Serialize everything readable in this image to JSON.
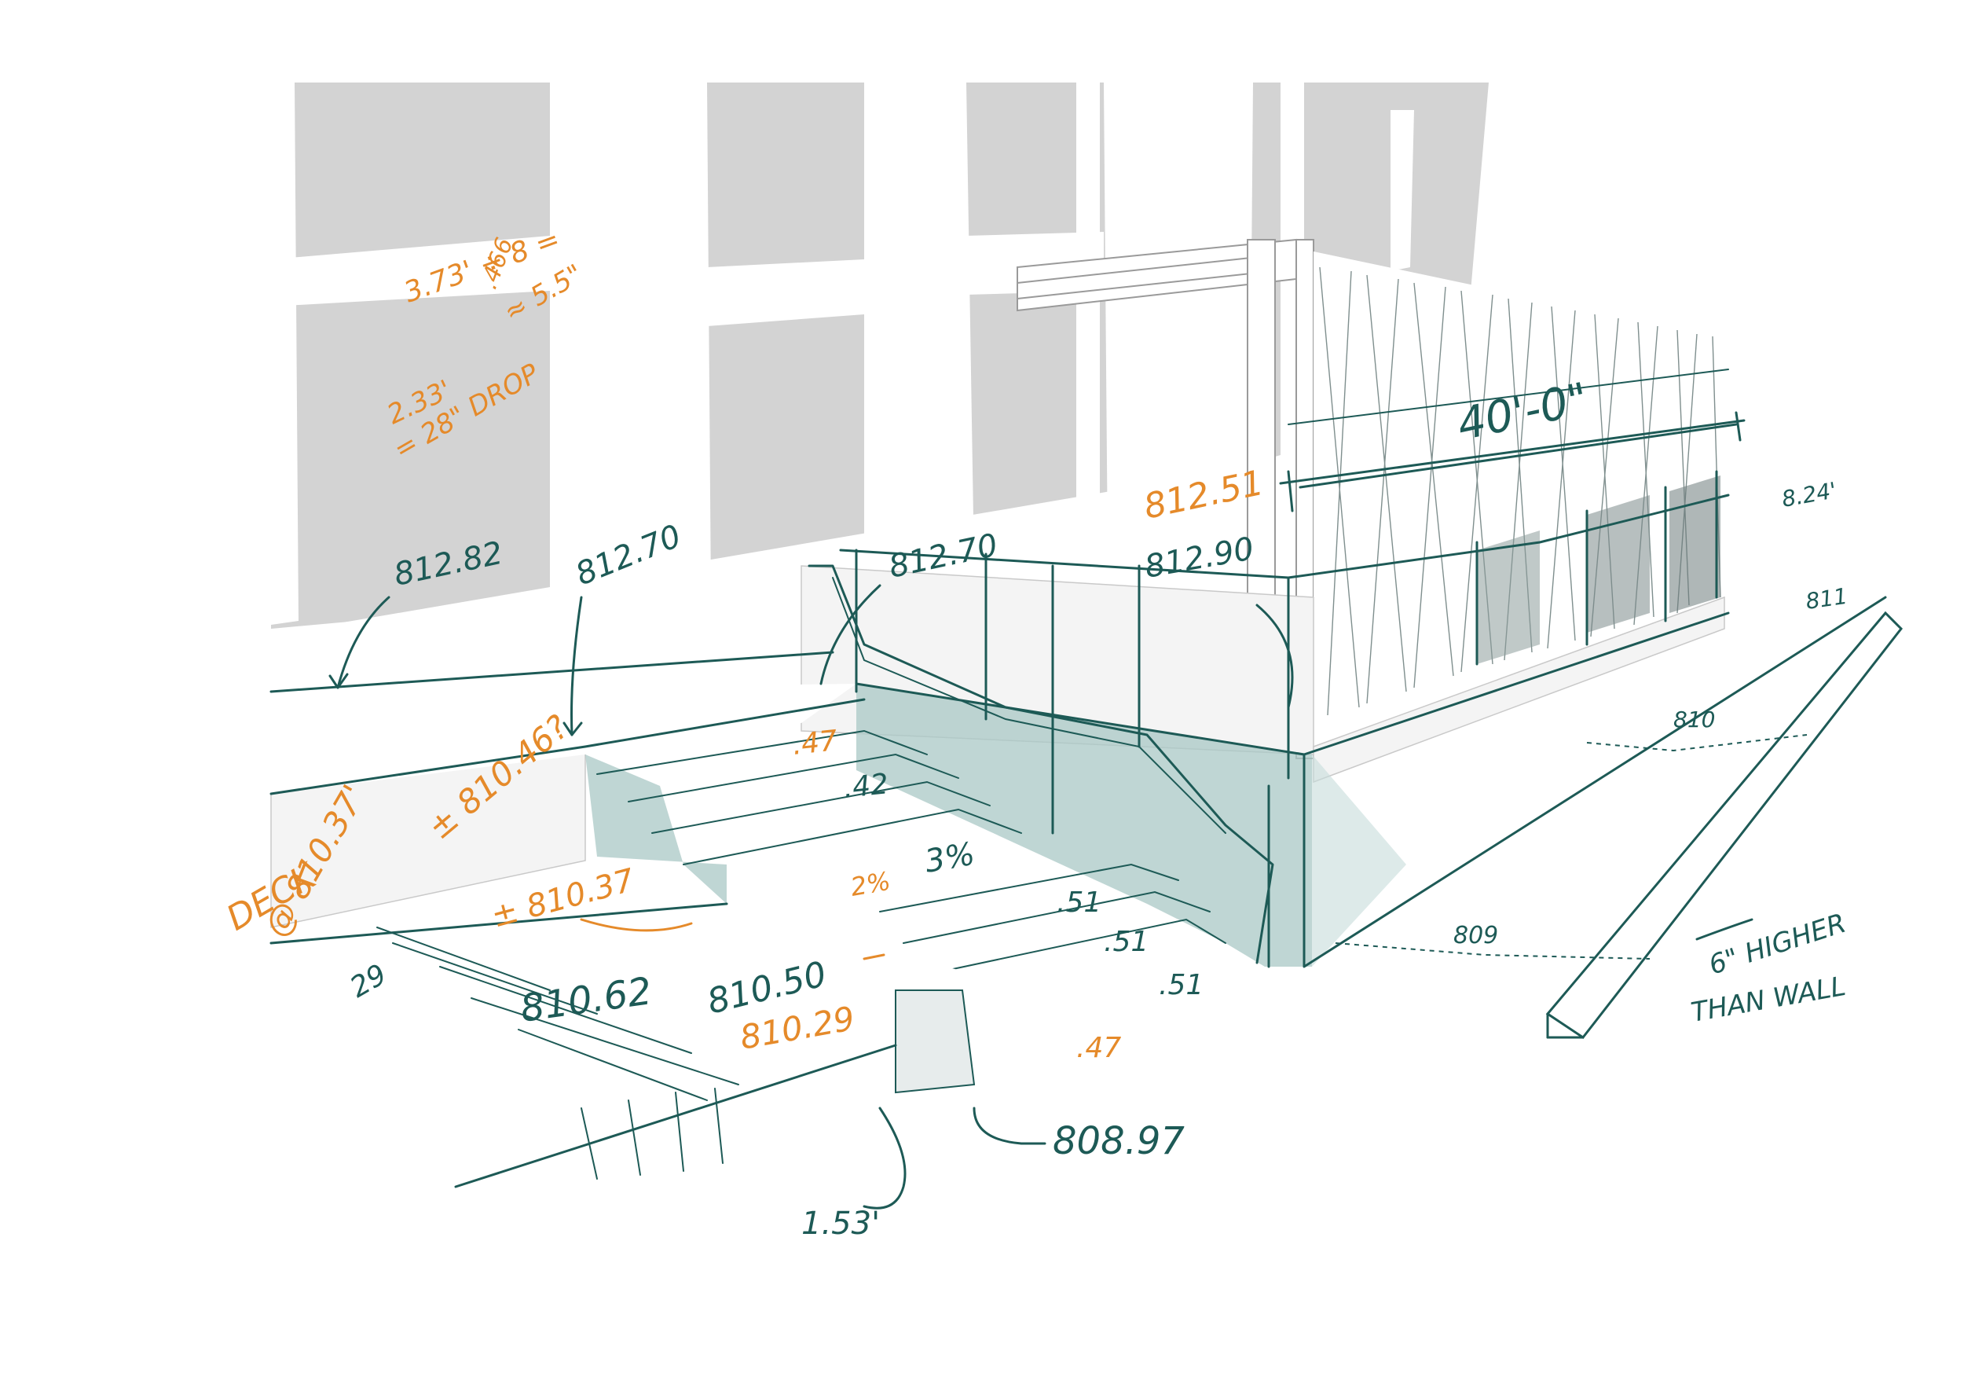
{
  "colors": {
    "ink_teal": "#1d5a56",
    "ink_orange": "#e58a2a",
    "wall_teal": "#a9c8c6",
    "background_grey": "#d3d3d3"
  },
  "annotations": {
    "teal": {
      "elev_812_82": "812.82",
      "elev_812_70_left": "812.70",
      "elev_812_70_mid": "812.70",
      "elev_812_90": "812.90",
      "dim_40_0": "40'-0\"",
      "dim_8_24": "8.24'",
      "label_811": "811",
      "label_810": "810",
      "label_809": "809",
      "step_42": ".42",
      "step_51_a": ".51",
      "step_51_b": ".51",
      "step_51_c": ".51",
      "slope_3pct": "3%",
      "slope_29": "29",
      "elev_810_62": "810.62",
      "elev_810_50": "810.50",
      "elev_808_97": "808.97",
      "dim_1_53": "1.53'",
      "note_higher_line1": "6\" HIGHER",
      "note_higher_line2": "THAN WALL"
    },
    "orange": {
      "calc_line1": "3.73' ÷ 8 =",
      "calc_line2": ".466",
      "calc_line3": "≈ 5.5\"",
      "drop_line1": "2.33'",
      "drop_line2": "= 28\" DROP",
      "elev_812_51": "812.51",
      "step_47_top": ".47",
      "deck_label": "DECK",
      "deck_elev": "@ 810.37'",
      "elev_810_46": "± 810.46?",
      "elev_810_37": "± 810.37",
      "slope_2pct": "2%",
      "elev_810_29": "810.29",
      "step_47_bottom": ".47"
    }
  }
}
